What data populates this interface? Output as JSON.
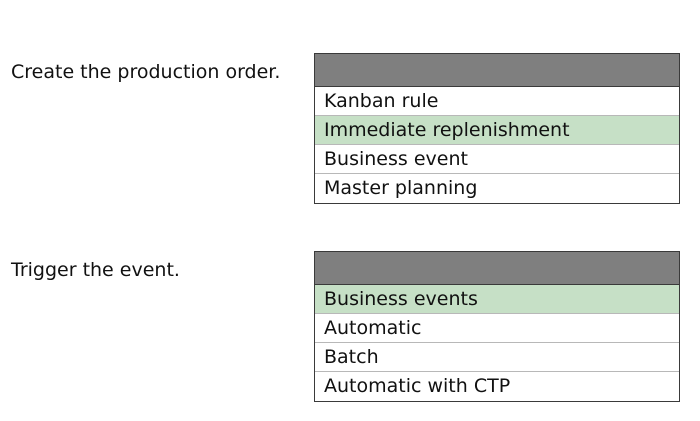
{
  "questions": [
    {
      "label": "Create the production order.",
      "options": [
        {
          "label": "Kanban rule",
          "selected": false
        },
        {
          "label": "Immediate replenishment",
          "selected": true
        },
        {
          "label": "Business event",
          "selected": false
        },
        {
          "label": "Master planning",
          "selected": false
        }
      ]
    },
    {
      "label": "Trigger the event.",
      "options": [
        {
          "label": "Business events",
          "selected": true
        },
        {
          "label": "Automatic",
          "selected": false
        },
        {
          "label": "Batch",
          "selected": false
        },
        {
          "label": "Automatic with CTP",
          "selected": false
        }
      ]
    }
  ],
  "colors": {
    "header": "#7f7f7f",
    "selected": "#c6e0c6",
    "border": "#3a3a3a"
  }
}
